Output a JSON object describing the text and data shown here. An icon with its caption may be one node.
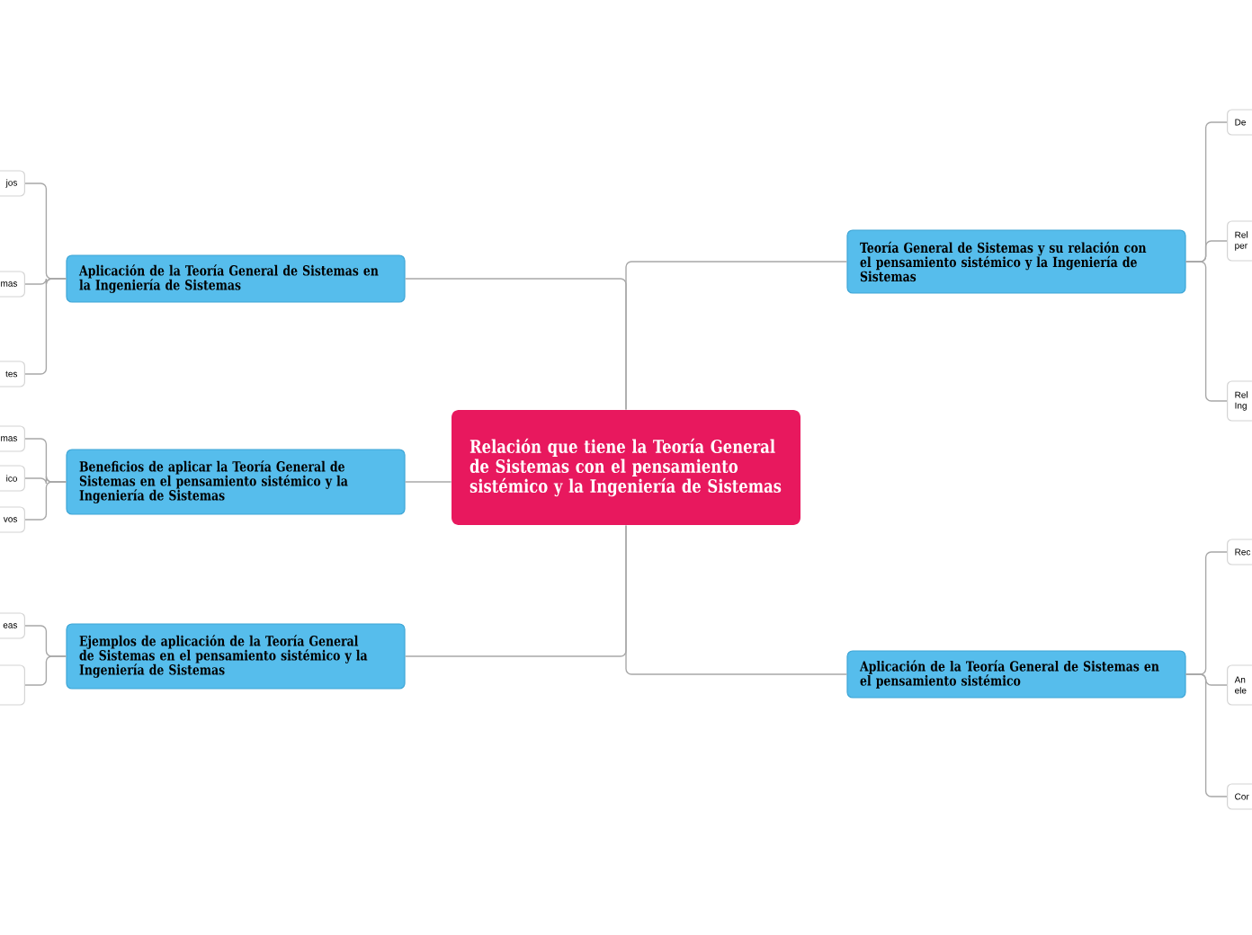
{
  "diagram": {
    "nodes": [
      {
        "text": [
          "Relación que tiene la Teoría General de Sistemas con el pensamiento sistémico y la Ingeniería de Sistemas"
        ]
      },
      {
        "text": [
          "Teoría General de Sistemas y su relación con el pensamiento sistémico y la Ingeniería de Sistemas"
        ]
      },
      {
        "text": [
          "De"
        ]
      },
      {
        "text": [
          "Rel per"
        ]
      },
      {
        "text": [
          "Rel Ing"
        ]
      },
      {
        "text": [
          "Aplicación de la Teoría General de Sistemas en el pensamiento sistémico"
        ]
      },
      {
        "text": [
          "Rec"
        ]
      },
      {
        "text": [
          "An ele"
        ]
      },
      {
        "text": [
          "Cor"
        ]
      },
      {
        "text": [
          "Aplicación de la Teoría General de Sistemas en la Ingeniería de Sistemas"
        ]
      },
      {
        "text": [
          "jos"
        ]
      },
      {
        "text": [
          "mas"
        ]
      },
      {
        "text": [
          "tes"
        ]
      },
      {
        "text": [
          "Beneficios de aplicar la Teoría General de Sistemas en el pensamiento sistémico y la Ingeniería de Sistemas"
        ]
      },
      {
        "text": [
          "mas"
        ]
      },
      {
        "text": [
          "ico"
        ]
      },
      {
        "text": [
          "vos"
        ]
      },
      {
        "text": [
          "Ejemplos de aplicación de la Teoría General de Sistemas en el pensamiento sistémico y la Ingeniería de Sistemas"
        ]
      },
      {
        "text": [
          "eas"
        ]
      },
      {
        "text": [],
        "shape": "box"
      }
    ],
    "edges": [
      {
        "from": 0,
        "to": 1,
        "arrow": "none"
      },
      {
        "from": 1,
        "to": 2,
        "arrow": "none"
      },
      {
        "from": 1,
        "to": 3,
        "arrow": "none"
      },
      {
        "from": 1,
        "to": 4,
        "arrow": "none"
      },
      {
        "from": 0,
        "to": 5,
        "arrow": "none"
      },
      {
        "from": 5,
        "to": 6,
        "arrow": "none"
      },
      {
        "from": 5,
        "to": 7,
        "arrow": "none"
      },
      {
        "from": 5,
        "to": 8,
        "arrow": "none"
      },
      {
        "from": 0,
        "to": 9,
        "arrow": "none"
      },
      {
        "from": 9,
        "to": 10,
        "arrow": "none"
      },
      {
        "from": 9,
        "to": 11,
        "arrow": "none"
      },
      {
        "from": 9,
        "to": 12,
        "arrow": "none"
      },
      {
        "from": 0,
        "to": 13,
        "arrow": "none"
      },
      {
        "from": 13,
        "to": 14,
        "arrow": "none"
      },
      {
        "from": 13,
        "to": 15,
        "arrow": "none"
      },
      {
        "from": 13,
        "to": 16,
        "arrow": "none"
      },
      {
        "from": 0,
        "to": 17,
        "arrow": "none"
      },
      {
        "from": 17,
        "to": 18,
        "arrow": "none"
      },
      {
        "from": 17,
        "to": 19,
        "arrow": "none"
      }
    ]
  }
}
